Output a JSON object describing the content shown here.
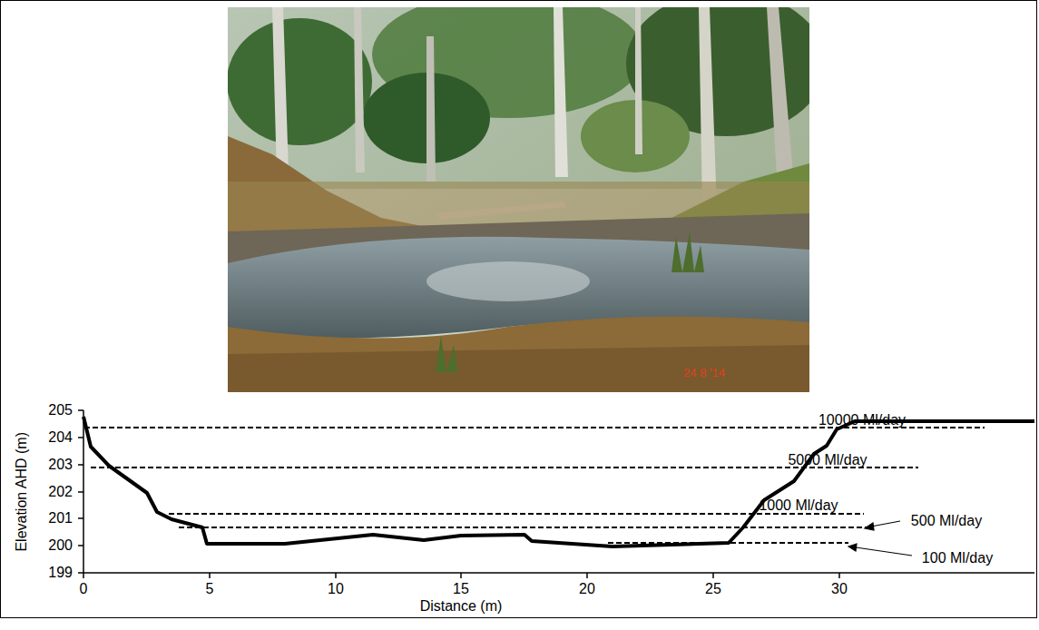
{
  "diagram": {
    "labels": [
      "10000 Ml/day",
      "5000 Ml/day",
      "1000 Ml/day",
      "500 Ml/day",
      "100 Ml/day",
      "205",
      "204",
      "203",
      "202",
      "201",
      "200",
      "199",
      "0",
      "5",
      "10",
      "15",
      "20",
      "25",
      "30",
      "Elevation AHD (m)",
      "Distance (m)",
      "24 8 '14"
    ]
  }
}
